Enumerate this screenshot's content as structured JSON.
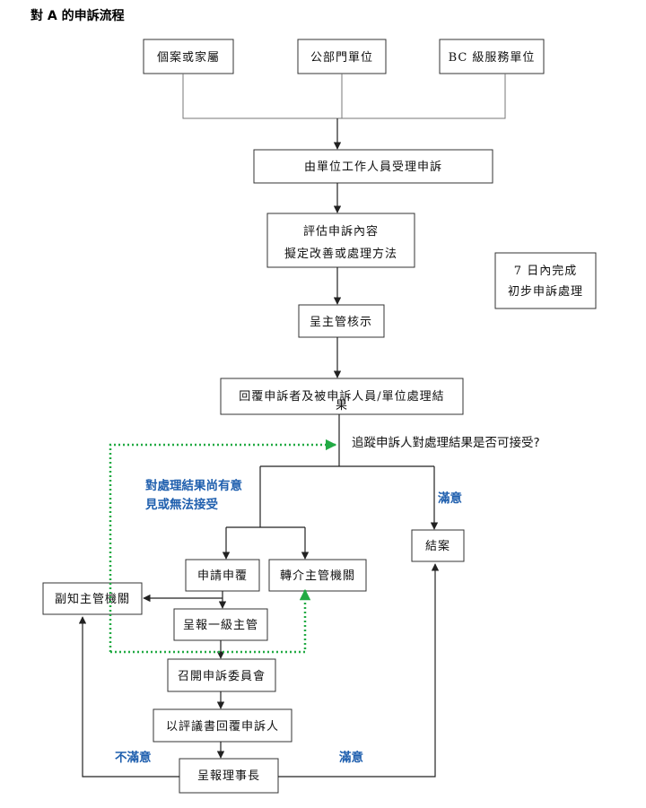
{
  "title": "對 A 的申訴流程",
  "nodes": {
    "case_family": "個案或家屬",
    "public_unit": "公部門單位",
    "bc_unit": "BC 級服務單位",
    "receive": "由單位工作人員受理申訴",
    "evaluate_line1": "評估申訴內容",
    "evaluate_line2": "擬定改善或處理方法",
    "deadline_line1": "7 日內完成",
    "deadline_line2": "初步申訴處理",
    "supervisor_approve": "呈主管核示",
    "reply_line1": "回覆申訴者及被申訴人員/單位處理結",
    "reply_line2": "果",
    "appeal": "申請申覆",
    "refer_authority": "轉介主管機關",
    "close_case": "結案",
    "notify_authority": "副知主管機關",
    "report_first_level": "呈報一級主管",
    "convene_committee": "召開申訴委員會",
    "reply_review": "以評議書回覆申訴人",
    "report_chairman": "呈報理事長"
  },
  "labels": {
    "follow_up_question": "追蹤申訴人對處理結果是否可接受?",
    "dissatisfied_line1": "對處理結果尚有意",
    "dissatisfied_line2": "見或無法接受",
    "satisfied_top": "滿意",
    "not_satisfied": "不滿意",
    "satisfied_bottom": "滿意"
  },
  "colors": {
    "accent_text": "#1f5fae",
    "dotted_loop": "#22aa44",
    "line": "#222222"
  }
}
